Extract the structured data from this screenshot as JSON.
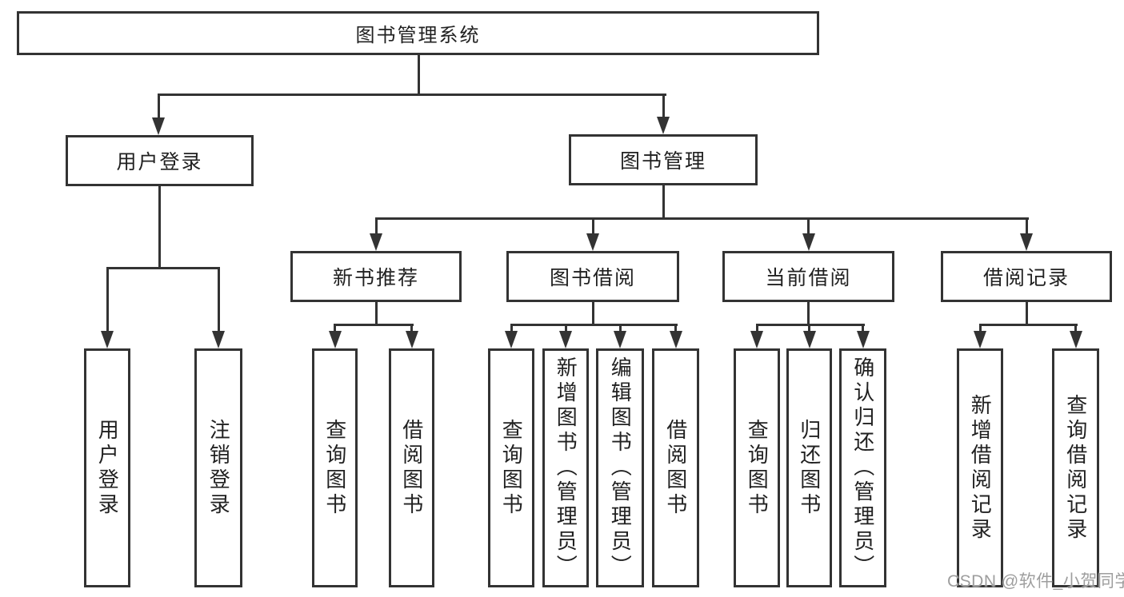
{
  "diagram_title": "图书管理系统",
  "nodes": {
    "root": "图书管理系统",
    "user_login": "用户登录",
    "book_mgmt": "图书管理",
    "new_books": "新书推荐",
    "book_borrow": "图书借阅",
    "current_borrow": "当前借阅",
    "borrow_records": "借阅记录",
    "leaf_user_login": "用户登录",
    "leaf_logout": "注销登录",
    "leaf_nb_query": "查询图书",
    "leaf_nb_borrow": "借阅图书",
    "leaf_bb_query": "查询图书",
    "leaf_bb_add": "新增图书（管理员）",
    "leaf_bb_edit": "编辑图书（管理员）",
    "leaf_bb_borrow": "借阅图书",
    "leaf_cb_query": "查询图书",
    "leaf_cb_return": "归还图书",
    "leaf_cb_confirm": "确认归还（管理员）",
    "leaf_rec_add": "新增借阅记录",
    "leaf_rec_query": "查询借阅记录"
  },
  "hierarchy": {
    "图书管理系统": {
      "用户登录": [
        "用户登录",
        "注销登录"
      ],
      "图书管理": {
        "新书推荐": [
          "查询图书",
          "借阅图书"
        ],
        "图书借阅": [
          "查询图书",
          "新增图书（管理员）",
          "编辑图书（管理员）",
          "借阅图书"
        ],
        "当前借阅": [
          "查询图书",
          "归还图书",
          "确认归还（管理员）"
        ],
        "借阅记录": [
          "新增借阅记录",
          "查询借阅记录"
        ]
      }
    }
  },
  "watermark": "CSDN @软件_小贺同学",
  "colors": {
    "line": "#333333",
    "text": "#212121",
    "box_background": "#ffffff",
    "watermark": "#9e9e9e"
  }
}
